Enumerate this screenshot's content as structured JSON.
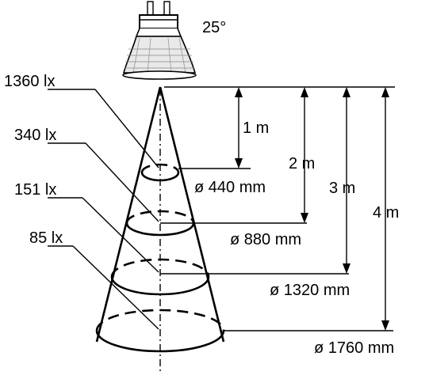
{
  "beam_angle": "25°",
  "levels": [
    {
      "illuminance": "1360 lx",
      "distance": "1 m",
      "diameter": "ø 440 mm"
    },
    {
      "illuminance": "340 lx",
      "distance": "2 m",
      "diameter": "ø 880 mm"
    },
    {
      "illuminance": "151 lx",
      "distance": "3 m",
      "diameter": "ø 1320 mm"
    },
    {
      "illuminance": "85 lx",
      "distance": "4 m",
      "diameter": "ø 1760 mm"
    }
  ]
}
